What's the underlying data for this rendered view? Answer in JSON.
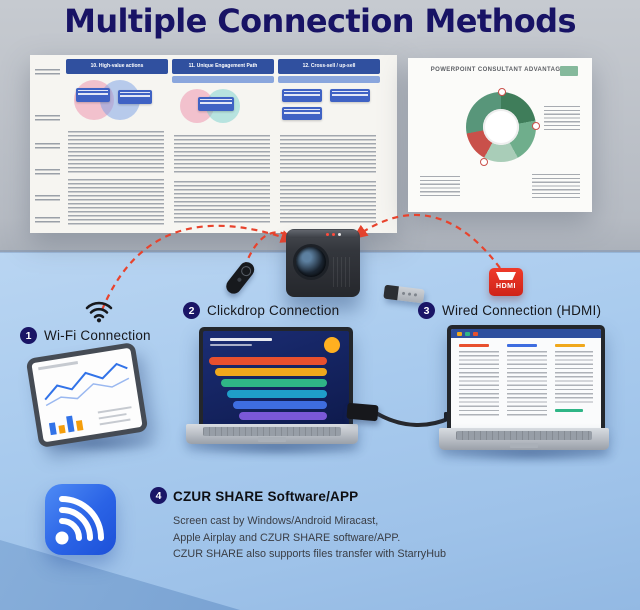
{
  "title": "Multiple Connection Methods",
  "methods": [
    {
      "num": "1",
      "label": "Wi-Fi Connection"
    },
    {
      "num": "2",
      "label": "Clickdrop Connection"
    },
    {
      "num": "3",
      "label": "Wired Connection (HDMI)"
    }
  ],
  "software": {
    "num": "4",
    "title": "CZUR SHARE Software/APP",
    "line1": "Screen cast by Windows/Android Miracast,",
    "line2": "Apple Airplay and CZUR SHARE software/APP.",
    "line3": "CZUR SHARE also supports files transfer with StarryHub"
  },
  "projection": {
    "left_slide": {
      "col1_header": "10. High-value actions",
      "col2_header": "11. Unique Engagement Path",
      "col3_header": "12. Cross-sell / up-sell"
    },
    "right_slide": {
      "title": "POWERPOINT CONSULTANT ADVANTAGES"
    }
  },
  "hdmi_icon_label": "HDMI",
  "colors": {
    "title_navy": "#181365",
    "arrow_red": "#e8432d",
    "badge_navy": "#1a1566",
    "table_blue": "#a9cbee",
    "hdmi_red": "#e02a1e",
    "app_icon_blue": "#2a63e6"
  }
}
